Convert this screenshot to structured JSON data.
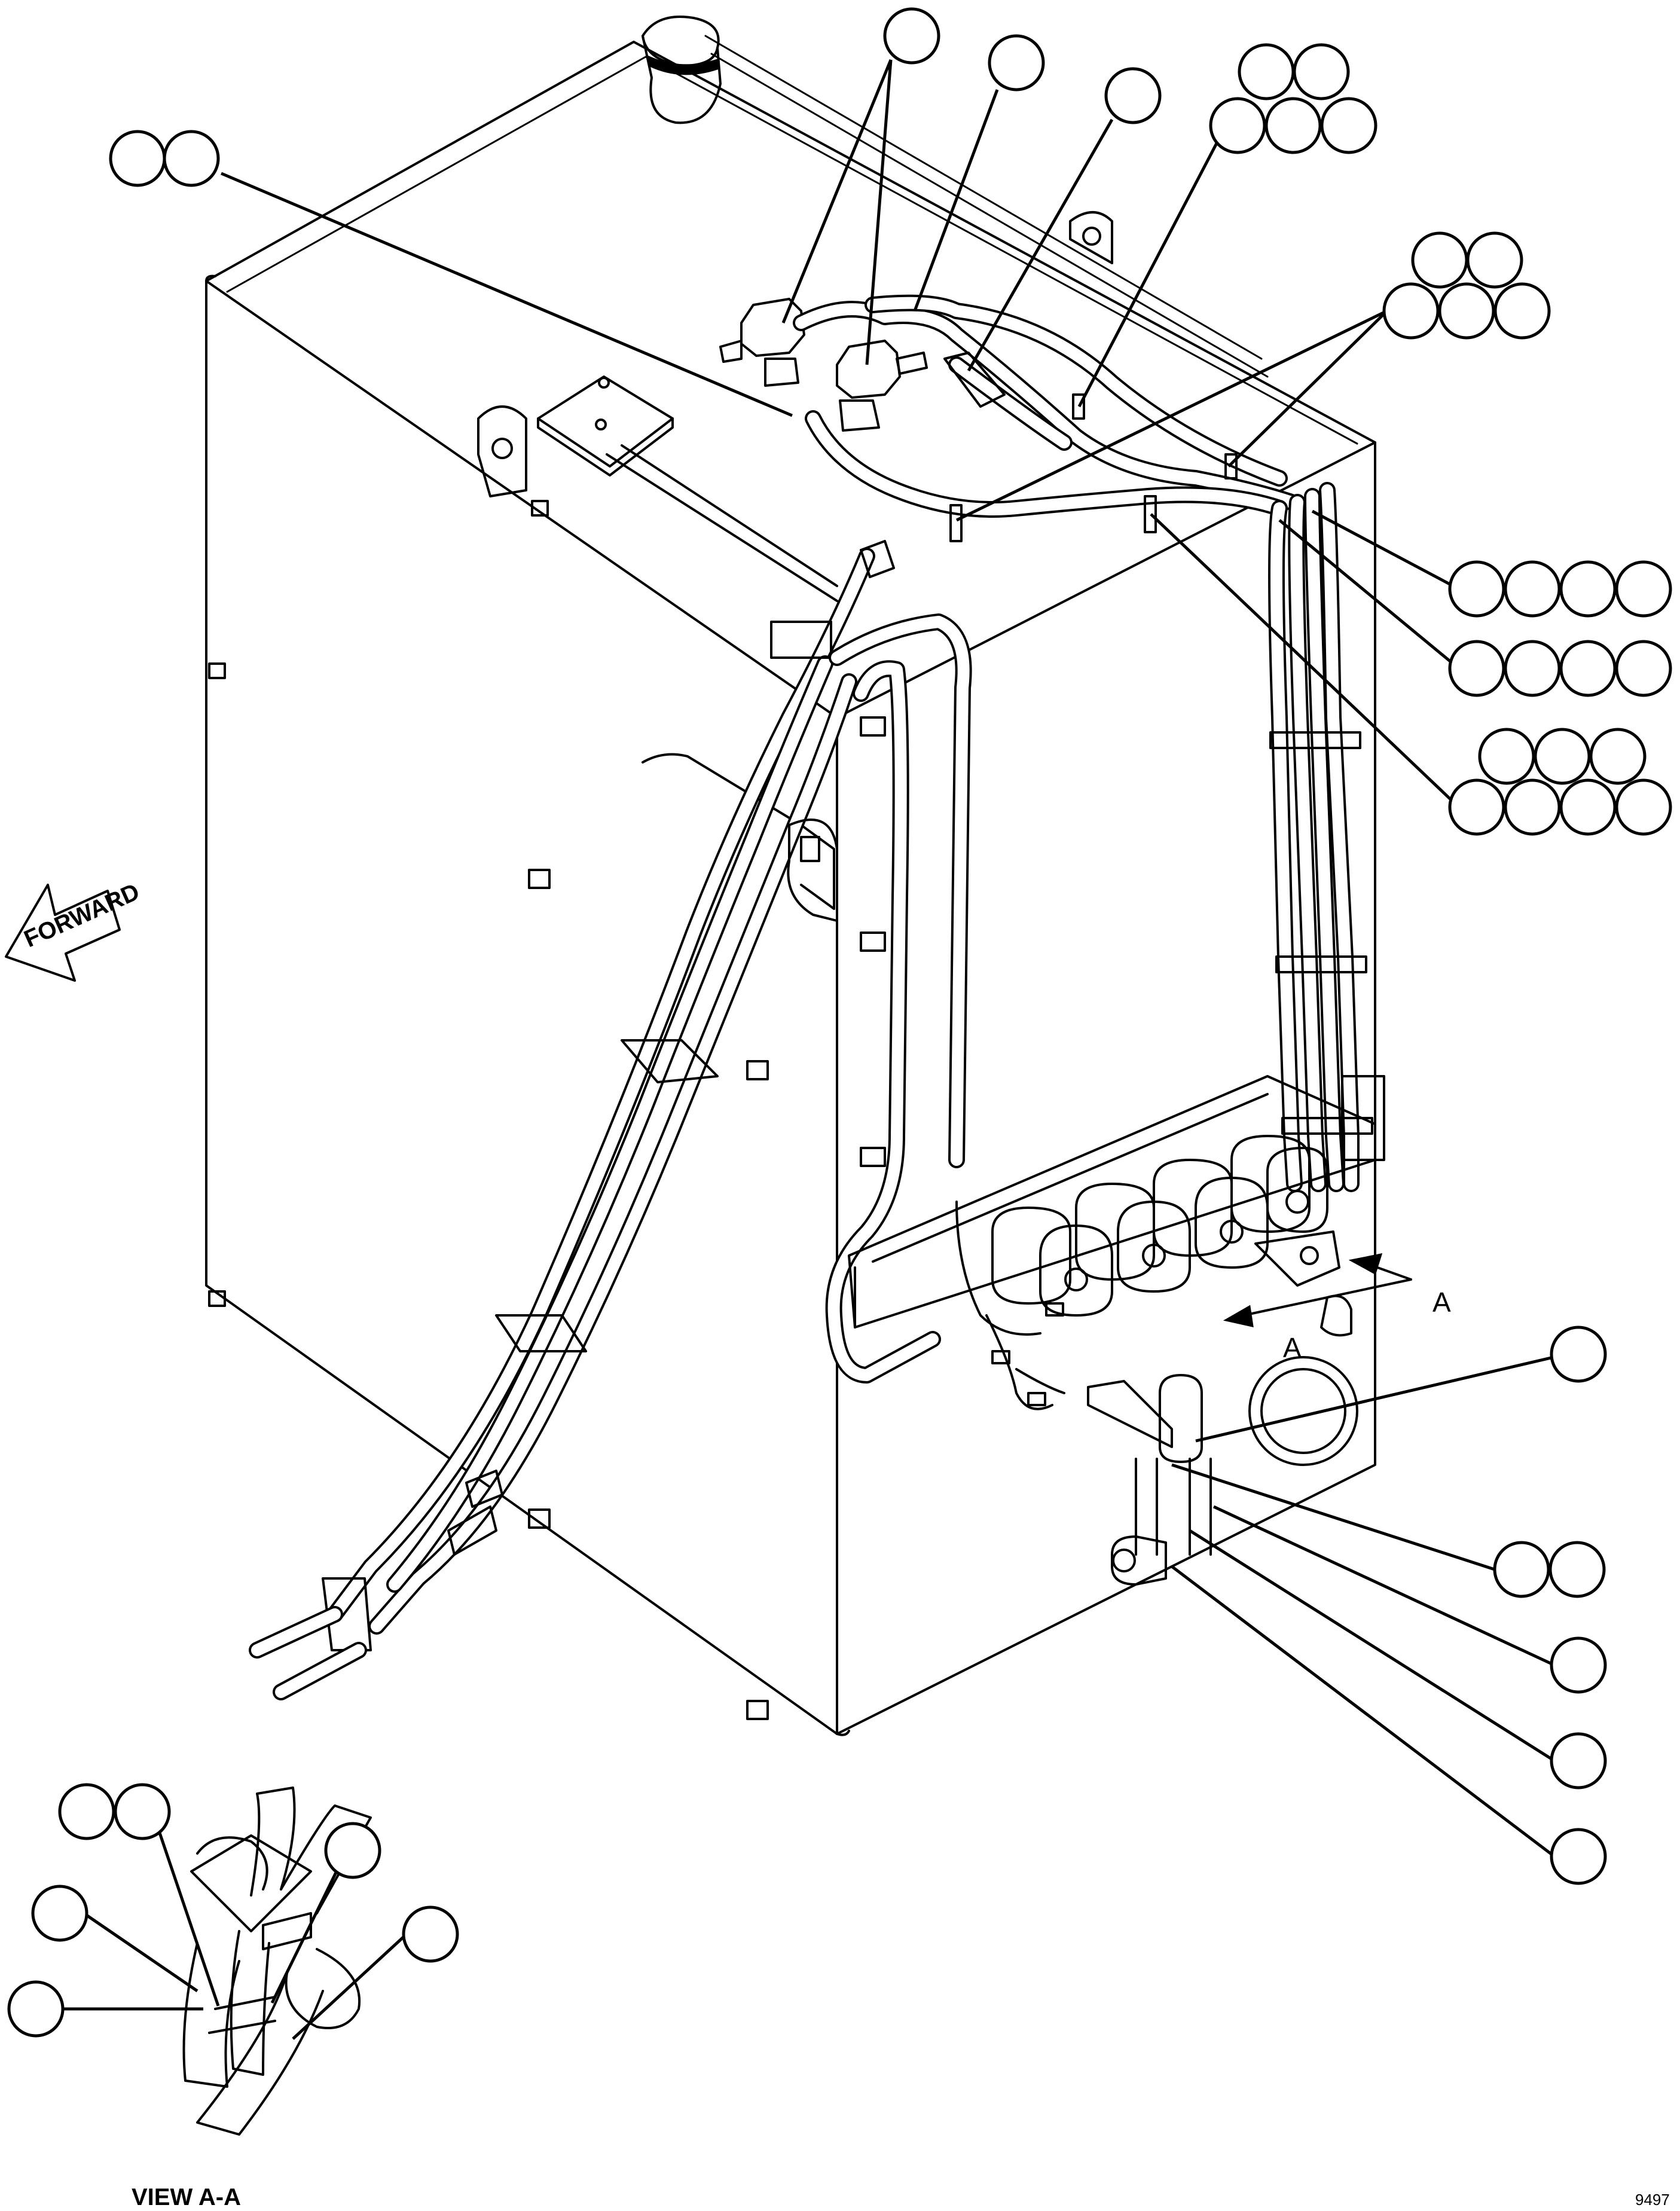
{
  "diagram": {
    "forward_label": "FORWARD",
    "section_letter_1": "A",
    "section_letter_2": "A",
    "view_label": "VIEW A-A",
    "drawing_number": "9497"
  }
}
